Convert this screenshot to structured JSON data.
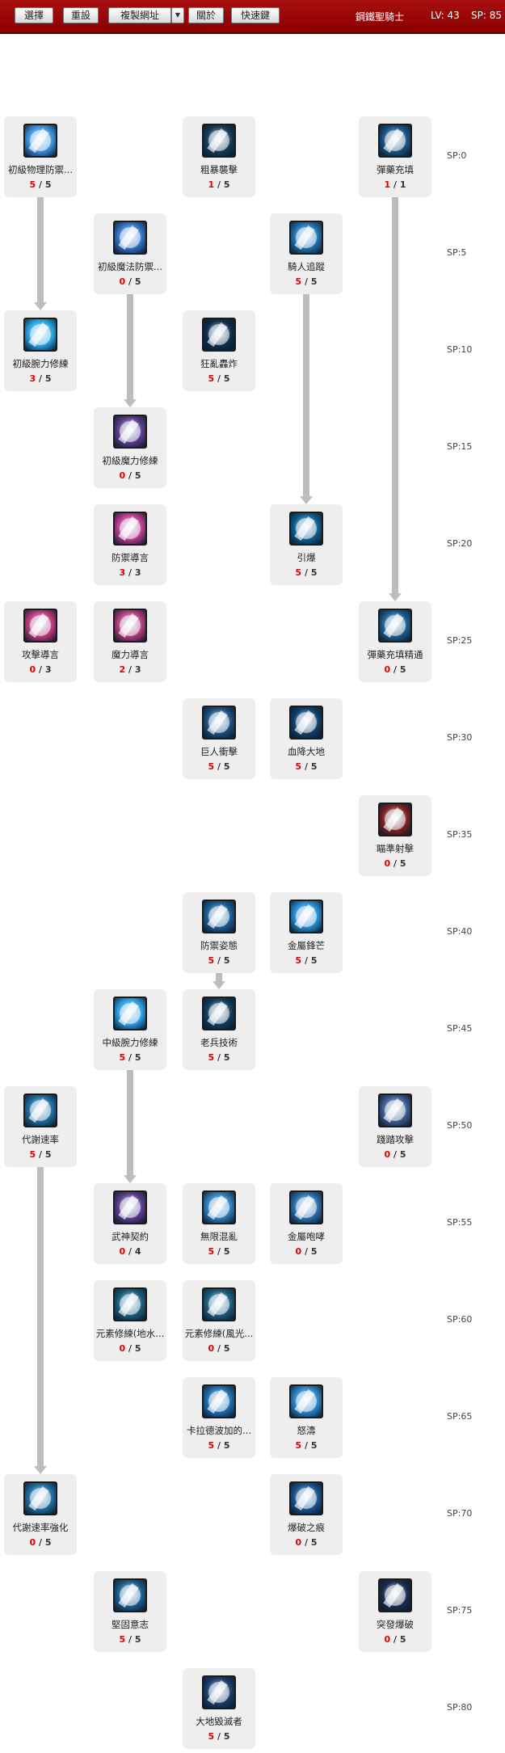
{
  "toolbar": {
    "select_label": "選擇",
    "reset_label": "重設",
    "copy_url_label": "複製網址",
    "about_label": "關於",
    "hotkey_label": "快速鍵",
    "class_name": "鋼鐵聖騎士",
    "level": "LV: 43",
    "sp": "SP: 85"
  },
  "levels": [
    "SP:0",
    "SP:5",
    "SP:10",
    "SP:15",
    "SP:20",
    "SP:25",
    "SP:30",
    "SP:35",
    "SP:40",
    "SP:45",
    "SP:50",
    "SP:55",
    "SP:60",
    "SP:65",
    "SP:70",
    "SP:75",
    "SP:80"
  ],
  "skills": [
    {
      "name": "初級物理防禦...",
      "cur": "5",
      "max": "5",
      "icon": "shield-icon",
      "color": "#3a8fd8",
      "col": 0,
      "row": 0
    },
    {
      "name": "粗暴襲擊",
      "cur": "1",
      "max": "5",
      "icon": "dragon-icon",
      "color": "#123a55",
      "col": 2,
      "row": 0
    },
    {
      "name": "彈藥充填",
      "cur": "1",
      "max": "1",
      "icon": "ammo-device-icon",
      "color": "#1b4f80",
      "col": 4,
      "row": 0
    },
    {
      "name": "初級魔法防禦...",
      "cur": "0",
      "max": "5",
      "icon": "magic-shield-icon",
      "color": "#2f6fc0",
      "col": 1,
      "row": 1
    },
    {
      "name": "騎人追蹤",
      "cur": "5",
      "max": "5",
      "icon": "pursuit-icon",
      "color": "#1f6eaa",
      "col": 3,
      "row": 1
    },
    {
      "name": "初級腕力修練",
      "cur": "3",
      "max": "5",
      "icon": "arm-icon",
      "color": "#27a0dd",
      "col": 0,
      "row": 2
    },
    {
      "name": "狂亂轟炸",
      "cur": "5",
      "max": "5",
      "icon": "bombard-icon",
      "color": "#0e2c4a",
      "col": 2,
      "row": 2
    },
    {
      "name": "初級魔力修練",
      "cur": "0",
      "max": "5",
      "icon": "crossed-swords-icon",
      "color": "#5a3a8a",
      "col": 1,
      "row": 3
    },
    {
      "name": "防禦導言",
      "cur": "3",
      "max": "3",
      "icon": "defense-aura-icon",
      "color": "#b83a8c",
      "col": 1,
      "row": 4
    },
    {
      "name": "引爆",
      "cur": "5",
      "max": "5",
      "icon": "detonate-icon",
      "color": "#0d5a8a",
      "col": 3,
      "row": 4
    },
    {
      "name": "攻擊導言",
      "cur": "0",
      "max": "3",
      "icon": "attack-aura-icon",
      "color": "#b8387a",
      "col": 0,
      "row": 5
    },
    {
      "name": "魔力導言",
      "cur": "2",
      "max": "3",
      "icon": "magic-aura-icon",
      "color": "#b03a7a",
      "col": 1,
      "row": 5
    },
    {
      "name": "彈藥充填精通",
      "cur": "0",
      "max": "5",
      "icon": "ammo-mastery-icon",
      "color": "#1c5a8a",
      "col": 4,
      "row": 5
    },
    {
      "name": "巨人衝擊",
      "cur": "5",
      "max": "5",
      "icon": "giant-impact-icon",
      "color": "#1a4d7a",
      "col": 2,
      "row": 6
    },
    {
      "name": "血降大地",
      "cur": "5",
      "max": "5",
      "icon": "blood-earth-icon",
      "color": "#0e3d66",
      "col": 3,
      "row": 6
    },
    {
      "name": "瞄準射擊",
      "cur": "0",
      "max": "5",
      "icon": "aimed-shot-icon",
      "color": "#7a2020",
      "col": 4,
      "row": 7
    },
    {
      "name": "防禦姿態",
      "cur": "5",
      "max": "5",
      "icon": "defense-stance-icon",
      "color": "#1a5a8f",
      "col": 2,
      "row": 8
    },
    {
      "name": "金屬鋒芒",
      "cur": "5",
      "max": "5",
      "icon": "metal-edge-icon",
      "color": "#2288cc",
      "col": 3,
      "row": 8
    },
    {
      "name": "中級腕力修練",
      "cur": "5",
      "max": "5",
      "icon": "arm-icon",
      "color": "#2a9ae0",
      "col": 1,
      "row": 9
    },
    {
      "name": "老兵技術",
      "cur": "5",
      "max": "5",
      "icon": "veteran-icon",
      "color": "#113a5a",
      "col": 2,
      "row": 9
    },
    {
      "name": "代謝速率",
      "cur": "5",
      "max": "5",
      "icon": "metabolism-icon",
      "color": "#1d6a9a",
      "col": 0,
      "row": 10
    },
    {
      "name": "踐踏攻擊",
      "cur": "0",
      "max": "5",
      "icon": "stomp-icon",
      "color": "#3a5a8a",
      "col": 4,
      "row": 10
    },
    {
      "name": "武神契約",
      "cur": "0",
      "max": "4",
      "icon": "war-god-icon",
      "color": "#5a3a8a",
      "col": 1,
      "row": 11
    },
    {
      "name": "無限混亂",
      "cur": "5",
      "max": "5",
      "icon": "chaos-icon",
      "color": "#2a7ab8",
      "col": 2,
      "row": 11
    },
    {
      "name": "金屬咆哮",
      "cur": "0",
      "max": "5",
      "icon": "metal-roar-icon",
      "color": "#2a6aa8",
      "col": 3,
      "row": 11
    },
    {
      "name": "元素修練(地水...",
      "cur": "0",
      "max": "5",
      "icon": "element-earth-icon",
      "color": "#1a5a7a",
      "col": 1,
      "row": 12
    },
    {
      "name": "元素修練(風光...",
      "cur": "0",
      "max": "5",
      "icon": "element-wind-icon",
      "color": "#1a5a7a",
      "col": 2,
      "row": 12
    },
    {
      "name": "卡拉德波加的...",
      "cur": "5",
      "max": "5",
      "icon": "karadbolg-icon",
      "color": "#1a6aaa",
      "col": 2,
      "row": 13
    },
    {
      "name": "怒濤",
      "cur": "5",
      "max": "5",
      "icon": "raging-wave-icon",
      "color": "#2a80c0",
      "col": 3,
      "row": 13
    },
    {
      "name": "代謝速率強化",
      "cur": "0",
      "max": "5",
      "icon": "metabolism-plus-icon",
      "color": "#1d6a9a",
      "col": 0,
      "row": 14
    },
    {
      "name": "爆破之痕",
      "cur": "0",
      "max": "5",
      "icon": "blast-mark-icon",
      "color": "#18508a",
      "col": 3,
      "row": 14
    },
    {
      "name": "堅固意志",
      "cur": "5",
      "max": "5",
      "icon": "iron-will-icon",
      "color": "#1a5a8a",
      "col": 1,
      "row": 15
    },
    {
      "name": "突發爆破",
      "cur": "0",
      "max": "5",
      "icon": "sudden-blast-icon",
      "color": "#1a2a4a",
      "col": 4,
      "row": 15
    },
    {
      "name": "大地毀滅者",
      "cur": "5",
      "max": "5",
      "icon": "earth-destroyer-icon",
      "color": "#1a3a6a",
      "col": 2,
      "row": 16
    }
  ],
  "connectors": [
    {
      "col": 0,
      "from": 0,
      "to": 2
    },
    {
      "col": 1,
      "from": 1,
      "to": 3
    },
    {
      "col": 3,
      "from": 1,
      "to": 4
    },
    {
      "col": 4,
      "from": 0,
      "to": 5
    },
    {
      "col": 2,
      "from": 8,
      "to": 9
    },
    {
      "col": 1,
      "from": 9,
      "to": 11
    },
    {
      "col": 0,
      "from": 10,
      "to": 14
    }
  ]
}
